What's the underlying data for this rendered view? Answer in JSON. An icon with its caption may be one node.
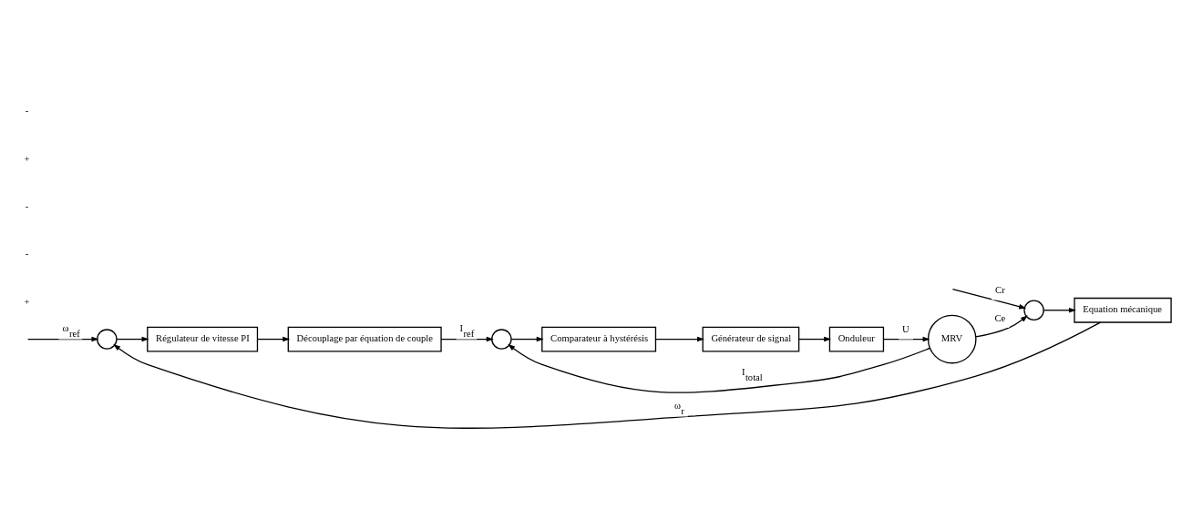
{
  "diagram": {
    "nodes": [
      {
        "text": [],
        "shape": "circle"
      },
      {
        "text": [
          "Régulateur de vitesse PI"
        ]
      },
      {
        "text": [
          "Découplage par équation de couple"
        ]
      },
      {
        "text": [],
        "shape": "circle"
      },
      {
        "text": [
          "Comparateur à hystérésis"
        ]
      },
      {
        "text": [
          "Générateur de signal"
        ]
      },
      {
        "text": [
          "Onduleur"
        ]
      },
      {
        "text": [
          "MRV"
        ]
      },
      {
        "text": [],
        "shape": "circle"
      },
      {
        "text": [
          "Equation mécanique"
        ]
      }
    ],
    "edges": [
      {
        "from": null,
        "to": 0,
        "arrow": "to",
        "label": "ω$_{ref}$"
      },
      {
        "from": 0,
        "to": 1,
        "arrow": "to"
      },
      {
        "from": 1,
        "to": 2,
        "arrow": "to"
      },
      {
        "from": 2,
        "to": 3,
        "arrow": "to",
        "label": "I$_{ref}$"
      },
      {
        "from": 3,
        "to": 4,
        "arrow": "to"
      },
      {
        "from": 4,
        "to": 5,
        "arrow": "to"
      },
      {
        "from": 5,
        "to": 6,
        "arrow": "to"
      },
      {
        "from": 6,
        "to": 7,
        "arrow": "to",
        "label": "U"
      },
      {
        "from": 7,
        "to": 3,
        "arrow": "to",
        "label": "I$_{total}$"
      },
      {
        "from": 7,
        "to": 8,
        "arrow": "to",
        "label": "Ce"
      },
      {
        "from": null,
        "to": 8,
        "arrow": "to",
        "label": "Cr"
      },
      {
        "from": 8,
        "to": 9,
        "arrow": "to"
      },
      {
        "from": 9,
        "to": 0,
        "arrow": "to",
        "label": "ω$_{r}$"
      }
    ],
    "labels": [
      "+",
      "-",
      "-",
      "+",
      "-"
    ]
  }
}
